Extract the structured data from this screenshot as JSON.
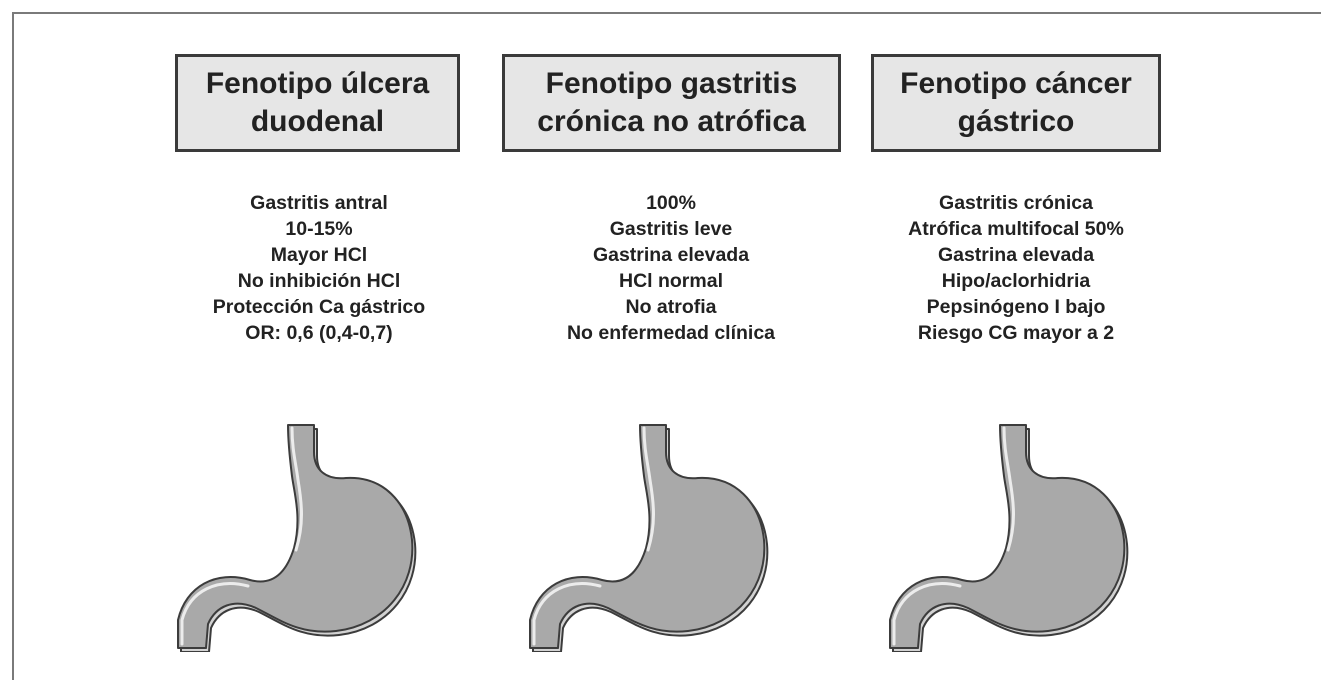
{
  "columns": [
    {
      "title": "Fenotipo úlcera\nduodenal",
      "lines": [
        "Gastritis antral",
        "10-15%",
        "Mayor HCl",
        "No inhibición HCl",
        "Protección Ca gástrico",
        "OR: 0,6 (0,4-0,7)"
      ]
    },
    {
      "title": "Fenotipo gastritis\ncrónica no atrófica",
      "lines": [
        "100%",
        "Gastritis leve",
        "Gastrina elevada",
        "HCl normal",
        "No atrofia",
        "No enfermedad clínica"
      ]
    },
    {
      "title": "Fenotipo cáncer\ngástrico",
      "lines": [
        "Gastritis crónica",
        "Atrófica multifocal 50%",
        "Gastrina elevada",
        "Hipo/aclorhidria",
        "Pepsinógeno I bajo",
        "Riesgo CG  mayor a 2"
      ]
    }
  ],
  "colors": {
    "box_fill": "#e6e6e6",
    "box_border": "#3a3a3a",
    "text": "#222222",
    "stomach_fill": "#a9a9a9",
    "stomach_outline": "#3c3c3c"
  },
  "icons": [
    "stomach-icon"
  ]
}
